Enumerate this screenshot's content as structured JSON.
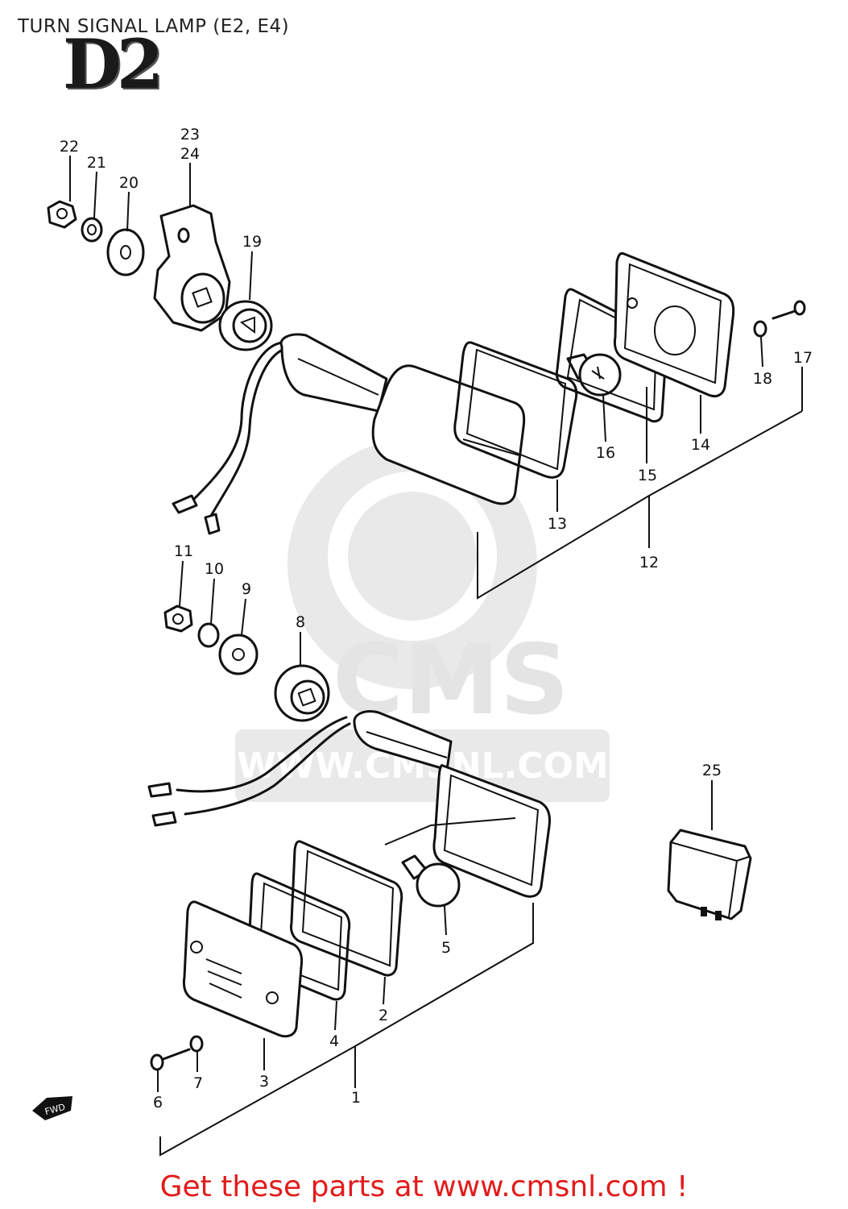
{
  "title": "TURN SIGNAL LAMP (E2, E4)",
  "diagram_code": "D2",
  "watermark": {
    "brand": "CMS",
    "url": "WWW.CMSNL.COM"
  },
  "fwd_marker": "FWD",
  "footer": {
    "text": "Get these parts at www.cmsnl.com !",
    "color": "#e21b1b"
  },
  "callouts": {
    "c1": "1",
    "c2": "2",
    "c3": "3",
    "c4": "4",
    "c5": "5",
    "c6": "6",
    "c7": "7",
    "c8": "8",
    "c9": "9",
    "c10": "10",
    "c11": "11",
    "c12": "12",
    "c13": "13",
    "c14": "14",
    "c15": "15",
    "c16": "16",
    "c17": "17",
    "c18": "18",
    "c19": "19",
    "c20": "20",
    "c21": "21",
    "c22": "22",
    "c23": "23",
    "c24": "24",
    "c25": "25"
  }
}
